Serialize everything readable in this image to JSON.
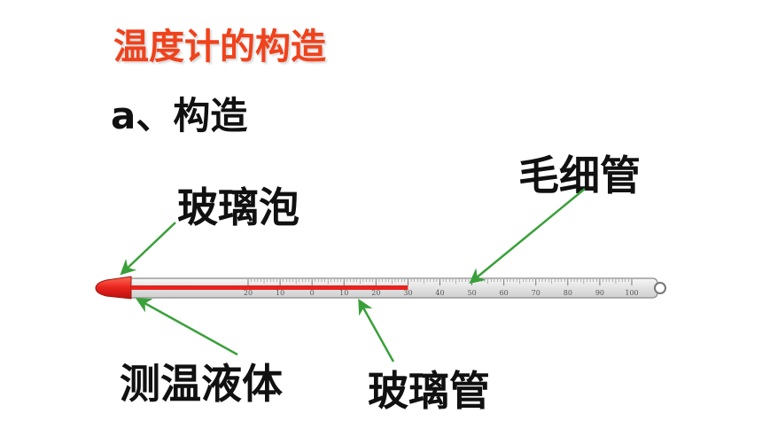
{
  "title": "温度计的构造",
  "subtitle": "a、构造",
  "labels": {
    "bulb": "玻璃泡",
    "capillary": "毛细管",
    "liquid": "测温液体",
    "tube": "玻璃管"
  },
  "scale": {
    "ticks": [
      "20",
      "10",
      "0",
      "10",
      "20",
      "30",
      "40",
      "50",
      "60",
      "70",
      "80",
      "90",
      "100"
    ],
    "min": -20,
    "max": 100,
    "liquid_level": 30
  },
  "colors": {
    "title": "#f0421c",
    "liquid": "#e8231e",
    "arrow": "#3aa03a",
    "tube": "#e6e6e6",
    "text": "#111111"
  }
}
